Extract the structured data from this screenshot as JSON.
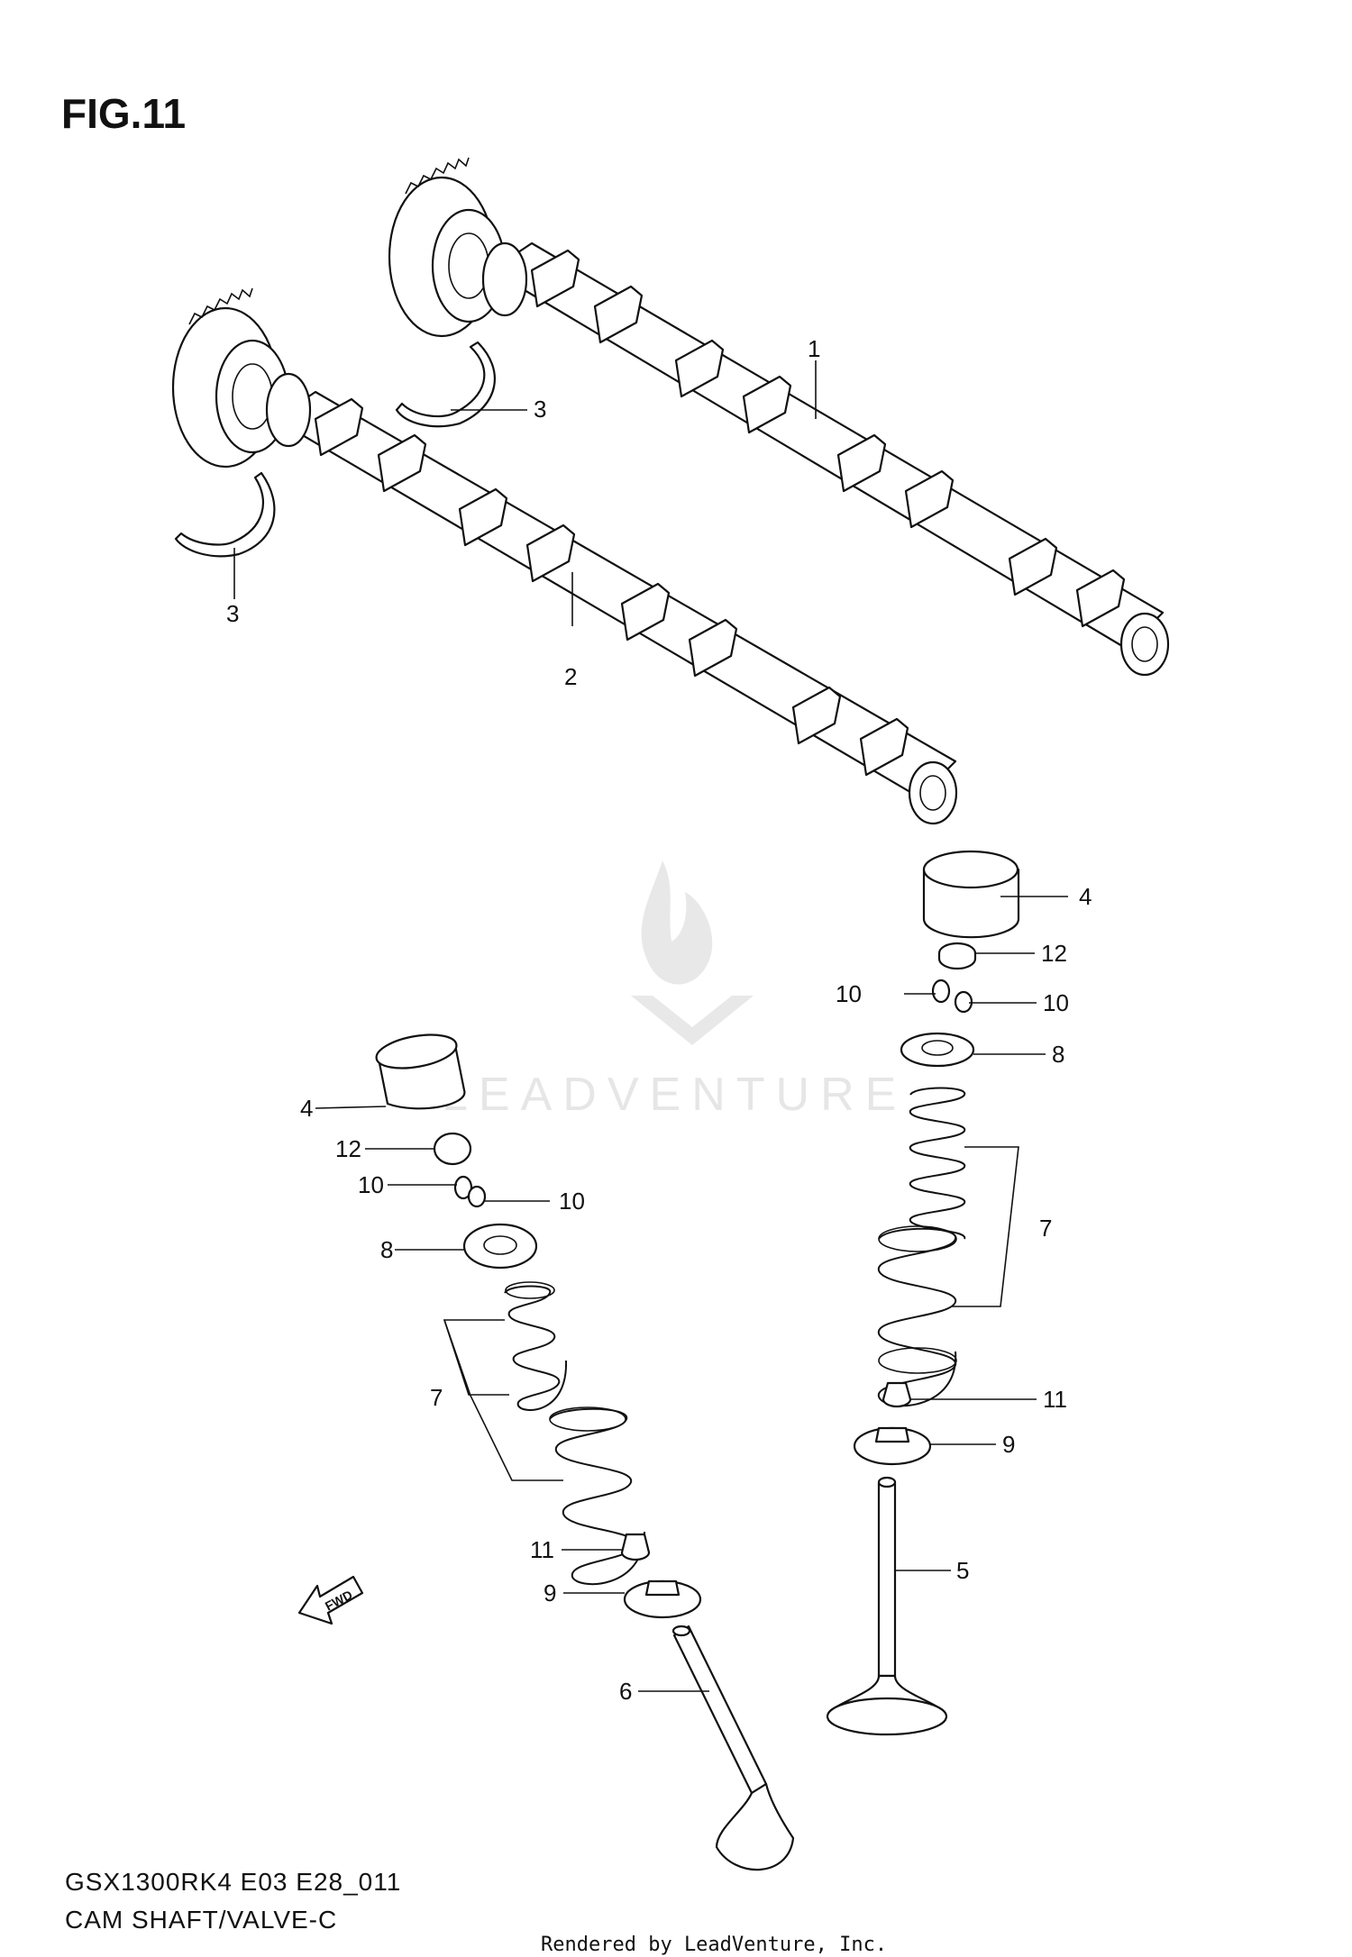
{
  "figure": {
    "title": "FIG.11",
    "model_code": "GSX1300RK4 E03 E28_011",
    "section_name": "CAM SHAFT/VALVE-C",
    "rendered_by": "Rendered by LeadVenture, Inc.",
    "watermark": "LEADVENTURE",
    "direction_label": "FWD"
  },
  "callouts": {
    "cam_upper": "1",
    "cam_lower": "2",
    "clip_upper": "3",
    "clip_lower": "3",
    "tappet_right": "4",
    "shim_right": "12",
    "cotter_right_a": "10",
    "cotter_right_b": "10",
    "retainer_right": "8",
    "springs_right": "7",
    "seal_right": "11",
    "seat_right": "9",
    "valve_right": "5",
    "tappet_left": "4",
    "shim_left": "12",
    "cotter_left_a": "10",
    "cotter_left_b": "10",
    "retainer_left": "8",
    "springs_left": "7",
    "seal_left": "11",
    "seat_left": "9",
    "valve_left": "6"
  }
}
